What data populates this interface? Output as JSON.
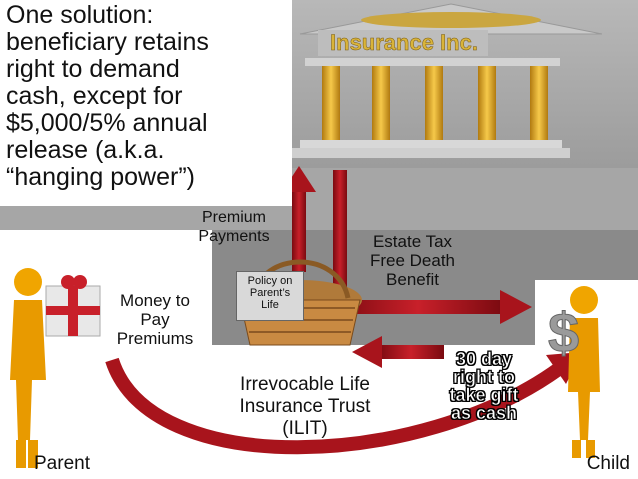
{
  "title": "One solution:\nbeneficiary retains\nright to demand\ncash, except for\n$5,000/5% annual\nrelease (a.k.a.\n“hanging power”)",
  "bank_sign": "Insurance Inc.",
  "premium_payments": "Premium\nPayments",
  "estate_tax": "Estate Tax\nFree Death\nBenefit",
  "policy": "Policy on\nParent’s\nLife",
  "money_to_pay": "Money to\nPay\nPremiums",
  "trust": "Irrevocable Life\nInsurance Trust\n(ILIT)",
  "thirty_day": "30 day\nright to\ntake gift\nas cash",
  "parent": "Parent",
  "child": "Child",
  "colors": {
    "arrow": "#a8141c",
    "column": "#e0a81c",
    "figure": "#f0a500"
  },
  "icons": [
    "bank-icon",
    "parent-figure-icon",
    "child-figure-icon",
    "basket-icon",
    "gift-icon",
    "dollar-icon"
  ]
}
